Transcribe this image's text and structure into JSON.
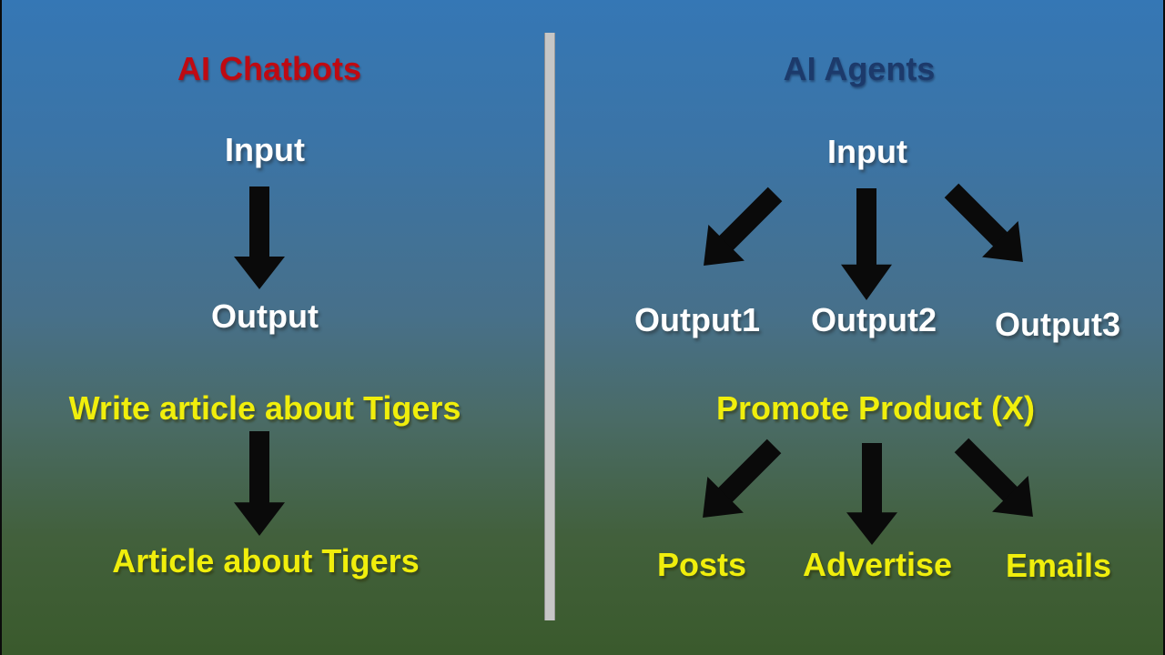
{
  "slide": {
    "left": {
      "title": "AI Chatbots",
      "input_label": "Input",
      "output_label": "Output",
      "example_prompt": "Write article about Tigers",
      "example_result": "Article about Tigers"
    },
    "right": {
      "title": "AI Agents",
      "input_label": "Input",
      "outputs": [
        "Output1",
        "Output2",
        "Output3"
      ],
      "example_prompt": "Promote Product (X)",
      "example_outputs": [
        "Posts",
        "Advertise",
        "Emails"
      ]
    },
    "icons": {
      "down_arrow": "down-arrow",
      "down_left_arrow": "down-left-arrow",
      "down_right_arrow": "down-right-arrow"
    },
    "colors": {
      "left_title": "#bf0a12",
      "right_title": "#1c3a6b",
      "white_text": "#ffffff",
      "yellow_text": "#f0ee0c",
      "arrow": "#0a0a0a",
      "divider": "#c6c6c6",
      "bg_top": "#3577b5",
      "bg_mid": "#47708a",
      "bg_bottom": "#3a5a2c"
    }
  }
}
